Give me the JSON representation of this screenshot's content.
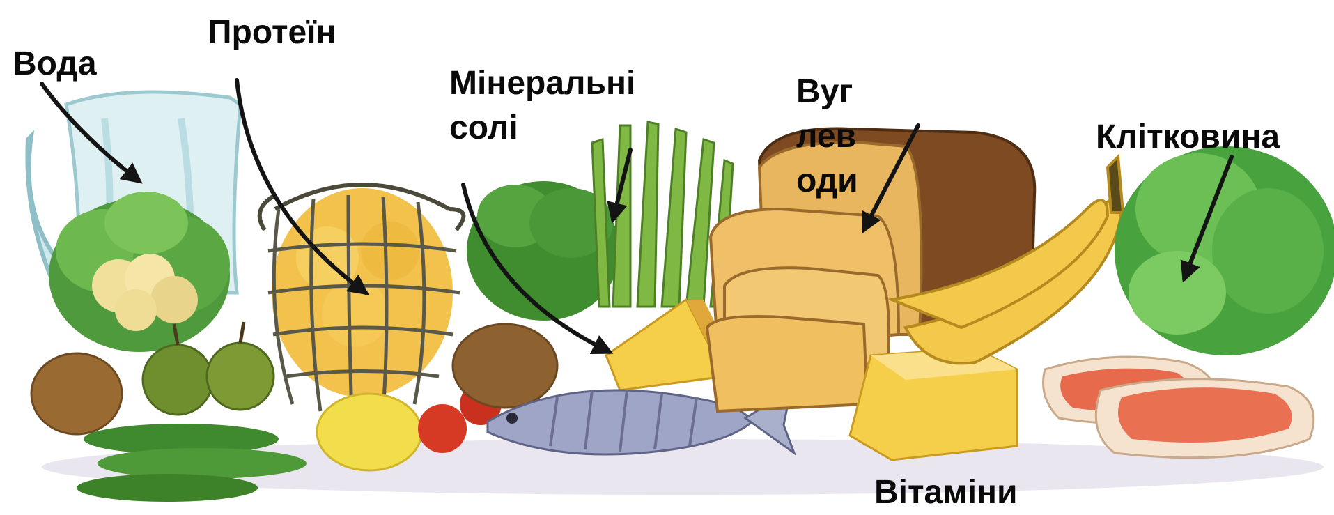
{
  "labels": {
    "water": "Вода",
    "protein": "Протеїн",
    "minerals": [
      "Мінеральні",
      "солі"
    ],
    "carbs": [
      "Вуг",
      "лев",
      "оди"
    ],
    "fiber": "Клітковина",
    "vitamins": "Вітаміни"
  },
  "colors": {
    "text": "#0a0a0a",
    "arrow": "#141414",
    "background": "#ffffff"
  }
}
